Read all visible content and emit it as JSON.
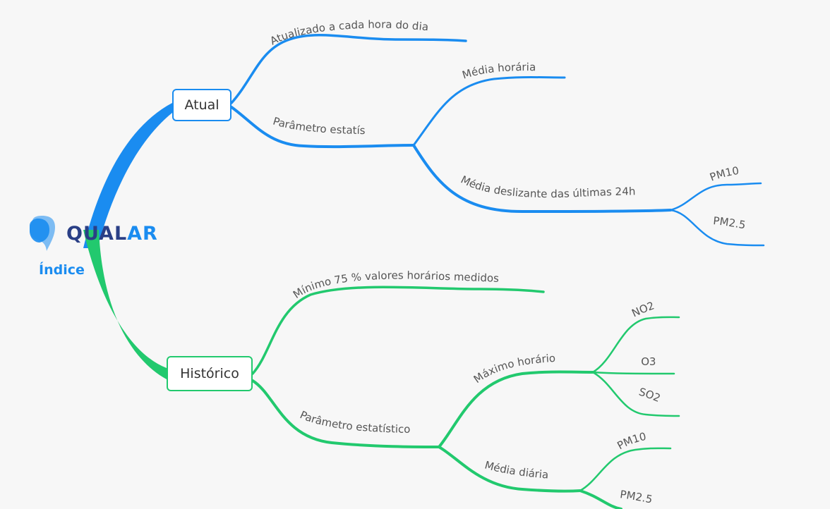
{
  "colors": {
    "blue": "#1a8cf0",
    "green": "#22c96e",
    "navy": "#2a3f86",
    "label": "#555555"
  },
  "logo": {
    "part1": "QUAL",
    "part2": "AR",
    "subtitle": "Índice",
    "icon": "speech-bubble-icon"
  },
  "atual": {
    "title": "Atual",
    "updated": "Atualizado a cada hora do dia",
    "param": "Parâmetro estatístico",
    "hourly_mean": "Média horária",
    "moving_avg": "Média deslizante das últimas 24h",
    "pm10": "PM10",
    "pm25": "PM2.5"
  },
  "historico": {
    "title": "Histórico",
    "minimum": "Mínimo 75 % valores horários medidos",
    "param": "Parâmetro estatístico",
    "max_hourly": "Máximo horário",
    "no2": "NO2",
    "o3": "O3",
    "so2": "SO2",
    "daily_mean": "Média diária",
    "pm10": "PM10",
    "pm25": "PM2.5"
  }
}
